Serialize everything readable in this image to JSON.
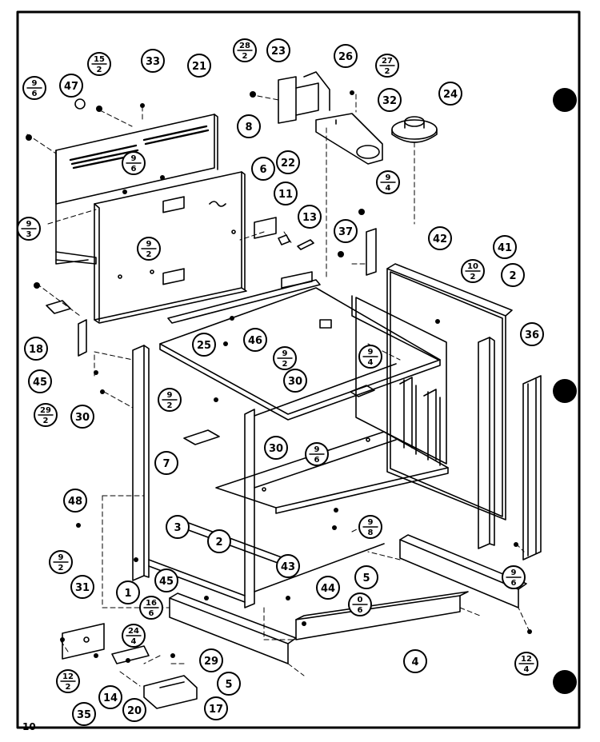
{
  "page_number": "10",
  "callouts": [
    {
      "id": "c47",
      "text": "47"
    },
    {
      "id": "c15_2",
      "top": "15",
      "bottom": "2"
    },
    {
      "id": "c33",
      "text": "33"
    },
    {
      "id": "c21",
      "text": "21"
    },
    {
      "id": "c9_6a",
      "top": "9",
      "bottom": "6"
    },
    {
      "id": "c28_2",
      "top": "28",
      "bottom": "2"
    },
    {
      "id": "c23",
      "text": "23"
    },
    {
      "id": "c26",
      "text": "26"
    },
    {
      "id": "c27_2",
      "top": "27",
      "bottom": "2"
    },
    {
      "id": "c32",
      "text": "32"
    },
    {
      "id": "c24",
      "text": "24"
    },
    {
      "id": "c8",
      "text": "8"
    },
    {
      "id": "c9_6b",
      "top": "9",
      "bottom": "6"
    },
    {
      "id": "c22",
      "text": "22"
    },
    {
      "id": "c6",
      "text": "6"
    },
    {
      "id": "c11",
      "text": "11"
    },
    {
      "id": "c13",
      "text": "13"
    },
    {
      "id": "c9_4a",
      "top": "9",
      "bottom": "4"
    },
    {
      "id": "c9_3",
      "top": "9",
      "bottom": "3"
    },
    {
      "id": "c9_2a",
      "top": "9",
      "bottom": "2"
    },
    {
      "id": "c37",
      "text": "37"
    },
    {
      "id": "c42",
      "text": "42"
    },
    {
      "id": "c41",
      "text": "41"
    },
    {
      "id": "c10_2",
      "top": "10",
      "bottom": "2"
    },
    {
      "id": "c2a",
      "text": "2"
    },
    {
      "id": "c18",
      "text": "18"
    },
    {
      "id": "c25",
      "text": "25"
    },
    {
      "id": "c46",
      "text": "46"
    },
    {
      "id": "c9_2b",
      "top": "9",
      "bottom": "2"
    },
    {
      "id": "c9_4b",
      "top": "9",
      "bottom": "4"
    },
    {
      "id": "c36",
      "text": "36"
    },
    {
      "id": "c45a",
      "text": "45"
    },
    {
      "id": "c30a",
      "text": "30"
    },
    {
      "id": "c29_2",
      "top": "29",
      "bottom": "2"
    },
    {
      "id": "c30b",
      "text": "30"
    },
    {
      "id": "c9_2c",
      "top": "9",
      "bottom": "2"
    },
    {
      "id": "c30c",
      "text": "30"
    },
    {
      "id": "c9_6c",
      "top": "9",
      "bottom": "6"
    },
    {
      "id": "c7",
      "text": "7"
    },
    {
      "id": "c48",
      "text": "48"
    },
    {
      "id": "c3",
      "text": "3"
    },
    {
      "id": "c9_8",
      "top": "9",
      "bottom": "8"
    },
    {
      "id": "c2b",
      "text": "2"
    },
    {
      "id": "c9_2d",
      "top": "9",
      "bottom": "2"
    },
    {
      "id": "c45b",
      "text": "45"
    },
    {
      "id": "c1",
      "text": "1"
    },
    {
      "id": "c43",
      "text": "43"
    },
    {
      "id": "c44",
      "text": "44"
    },
    {
      "id": "c5a",
      "text": "5"
    },
    {
      "id": "c0_6",
      "top": "0",
      "bottom": "6"
    },
    {
      "id": "c9_6d",
      "top": "9",
      "bottom": "6"
    },
    {
      "id": "c31",
      "text": "31"
    },
    {
      "id": "c16_6",
      "top": "16",
      "bottom": "6"
    },
    {
      "id": "c24_4",
      "top": "24",
      "bottom": "4"
    },
    {
      "id": "c4",
      "text": "4"
    },
    {
      "id": "c12_4",
      "top": "12",
      "bottom": "4"
    },
    {
      "id": "c29",
      "text": "29"
    },
    {
      "id": "c5b",
      "text": "5"
    },
    {
      "id": "c12_2",
      "top": "12",
      "bottom": "2"
    },
    {
      "id": "c35",
      "text": "35"
    },
    {
      "id": "c14",
      "text": "14"
    },
    {
      "id": "c20",
      "text": "20"
    },
    {
      "id": "c17",
      "text": "17"
    }
  ],
  "colors": {
    "ink": "#000000",
    "paper": "#ffffff"
  }
}
